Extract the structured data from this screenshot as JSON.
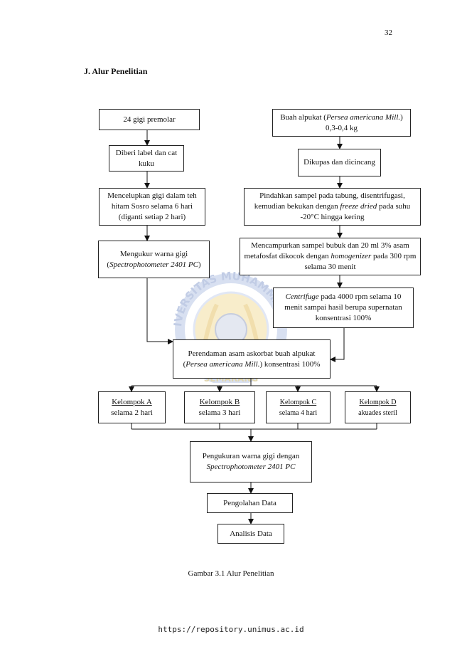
{
  "page_number": "32",
  "heading": "J.   Alur Penelitian",
  "flowchart": {
    "left_column": [
      "24 gigi premolar",
      "Diberi label dan cat kuku",
      "Mencelupkan gigi dalam teh hitam Sosro selama 6 hari (diganti setiap 2 hari)"
    ],
    "measure_box": {
      "text_a": "Mengukur warna gigi (",
      "italic": "Spectrophotometer 2401 PC",
      "text_b": ")"
    },
    "right_column": {
      "fruit": {
        "text_a": "Buah alpukat (",
        "italic": "Persea americana Mill.",
        "text_b": ") 0,3-0,4 kg"
      },
      "peel": "Dikupas dan dicincang",
      "transfer": {
        "text_a": "Pindahkan sampel pada tabung, disentrifugasi, kemudian bekukan dengan ",
        "italic": "freeze dried",
        "text_b": " pada suhu -20°C hingga kering"
      },
      "mix": {
        "text_a": "Mencampurkan sampel bubuk dan 20 ml 3% asam metafosfat dikocok dengan ",
        "italic": "homogenizer",
        "text_b": " pada 300 rpm selama 30 menit"
      },
      "centrifuge": {
        "italic": "Centrifuge",
        "text_b": " pada 4000 rpm selama 10 menit sampai hasil berupa supernatan konsentrasi 100%"
      }
    },
    "immersion": {
      "text_a": "Perendaman asam askorbat buah alpukat (",
      "italic": "Persea americana Mill.",
      "text_b": ") konsentrasi 100%"
    },
    "groups": [
      {
        "name": "Kelompok A",
        "detail": "selama 2 hari"
      },
      {
        "name": "Kelompok B",
        "detail": "selama 3 hari"
      },
      {
        "name": "Kelompok C",
        "detail": "selama 4 hari"
      },
      {
        "name": "Kelompok D",
        "detail": "akuades steril"
      }
    ],
    "measurement": {
      "text_a": "Pengukuran warna gigi dengan ",
      "italic": "Spectrophotometer 2401 PC"
    },
    "processing": "Pengolahan Data",
    "analysis": "Analisis Data"
  },
  "watermark": {
    "top_text": "UNIVERSITAS MUHAMMADIYAH",
    "bottom_text": "SEMARANG"
  },
  "caption": "Gambar 3.1  Alur Penelitian",
  "footer_url": "https://repository.unimus.ac.id"
}
